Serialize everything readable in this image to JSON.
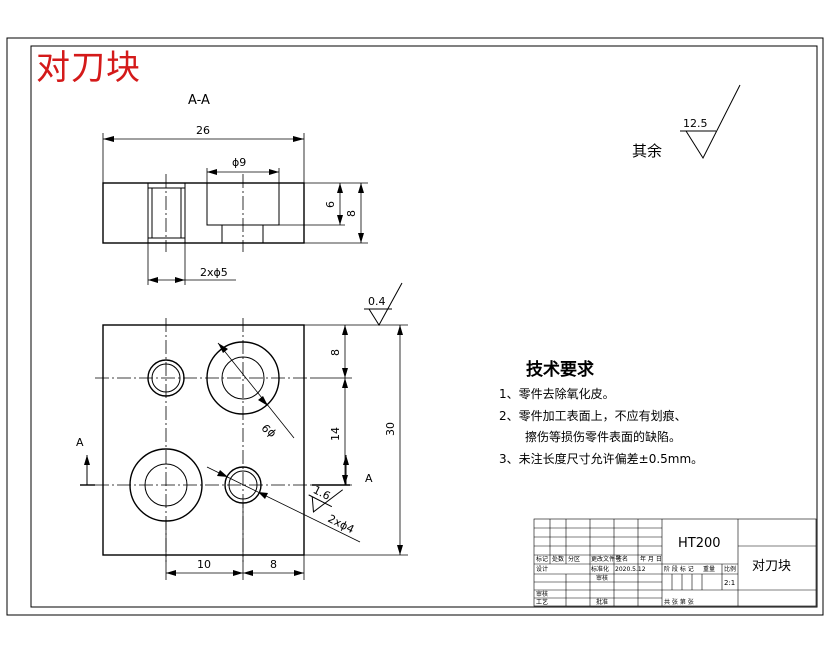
{
  "stamp_title": "对刀块",
  "section_label": "A-A",
  "section_dims": {
    "width": "26",
    "bore": "ϕ9",
    "depth": "6",
    "height": "8",
    "holes": "2xϕ5"
  },
  "plan_dims": {
    "top": "8",
    "middle": "14",
    "overall": "30",
    "left": "10",
    "right": "8",
    "diag_big": "ϕ9",
    "diag_small": "2xϕ4"
  },
  "roughness": {
    "general_value": "12.5",
    "general_label": "其余",
    "face": "0.4",
    "hole": "1.6"
  },
  "section_marks": {
    "left": "A",
    "right": "A"
  },
  "requirements": {
    "title": "技术要求",
    "items": [
      "1、零件去除氧化皮。",
      "2、零件加工表面上，不应有划痕、",
      "擦伤等损伤零件表面的缺陷。",
      "3、未注长度尺寸允许偏差±0.5mm。"
    ]
  },
  "title_block": {
    "material": "HT200",
    "part_name": "对刀块",
    "scale": "2:1",
    "labels": {
      "mark": "标记",
      "count": "处数",
      "zone": "分区",
      "doc_no": "更改文件号",
      "sign": "签名",
      "date": "年 月 日",
      "design": "设计",
      "check": "审核",
      "process": "工艺",
      "std": "标准化",
      "approve": "批准",
      "review": "审核",
      "stage": "阶 段 标 记",
      "weight": "重量",
      "ratio": "比例",
      "sheets": "共     张  第     张",
      "design_date": "2020.5.12"
    }
  }
}
